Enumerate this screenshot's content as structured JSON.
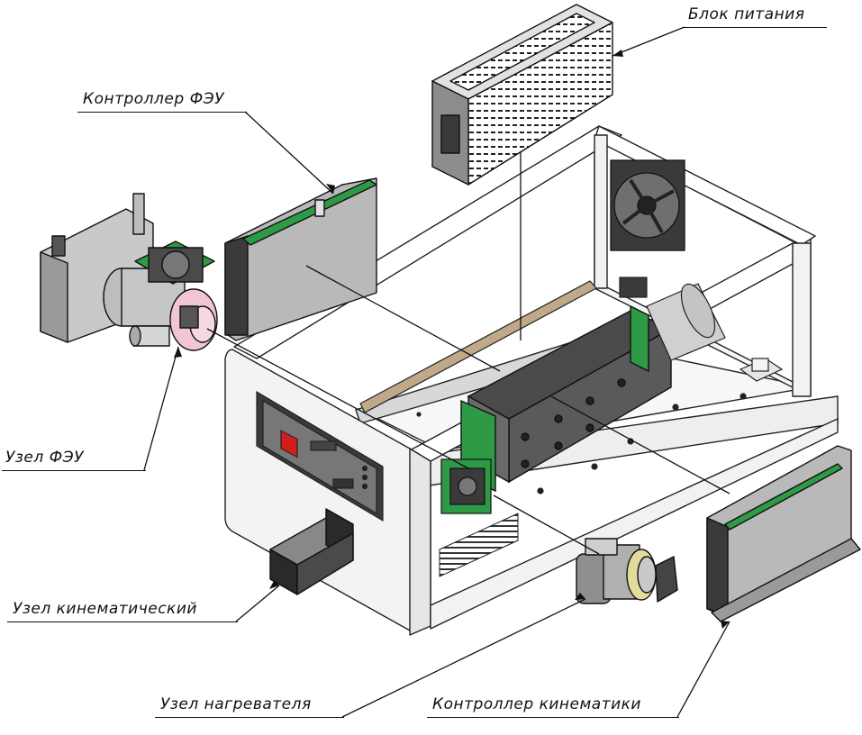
{
  "labels": {
    "power_supply": "Блок питания",
    "pmt_controller": "Контроллер ФЭУ",
    "pmt_unit": "Узел ФЭУ",
    "kinematic_unit": "Узел кинематический",
    "heater_unit": "Узел нагревателя",
    "kinematics_controller": "Контроллер кинематики"
  },
  "colors": {
    "line": "#111111",
    "panel_gray": "#b9b9b9",
    "dark_gray": "#5a5a5a",
    "frame_white": "#f4f4f4",
    "green_accent": "#2e9a46",
    "pink_accent": "#f1c4d6",
    "red_switch": "#d21d1d"
  }
}
